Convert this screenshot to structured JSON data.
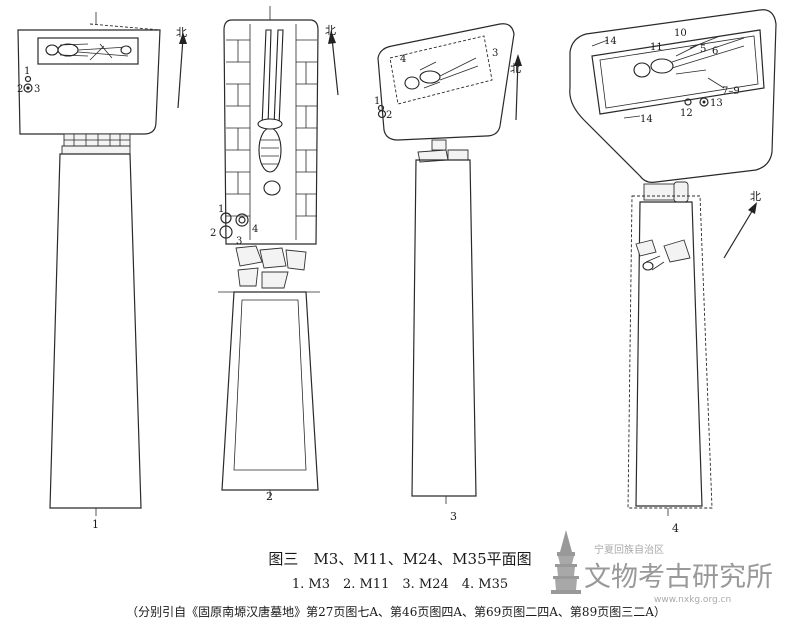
{
  "figure": {
    "caption": "图三　M3、M11、M24、M35平面图",
    "subcaption": "1. M3　2. M11　3. M24　4. M35",
    "source": "（分别引自《固原南塬汉唐墓地》第27页图七A、第46页图四A、第69页图二四A、第89页图三二A）"
  },
  "panels": [
    {
      "number": "1",
      "north": "北",
      "items": [
        "1",
        "2",
        "3"
      ]
    },
    {
      "number": "2",
      "north": "北",
      "items": [
        "1",
        "2",
        "3",
        "4"
      ]
    },
    {
      "number": "3",
      "north": "北",
      "items": [
        "1",
        "2",
        "3",
        "4"
      ]
    },
    {
      "number": "4",
      "north": "北",
      "items": [
        "5",
        "6",
        "7–9",
        "10",
        "11",
        "12",
        "13",
        "14",
        "14"
      ]
    }
  ],
  "watermark": {
    "line1": "宁夏回族自治区",
    "line2": "文物考古研究所",
    "url": "www.nxkg.org.cn"
  }
}
